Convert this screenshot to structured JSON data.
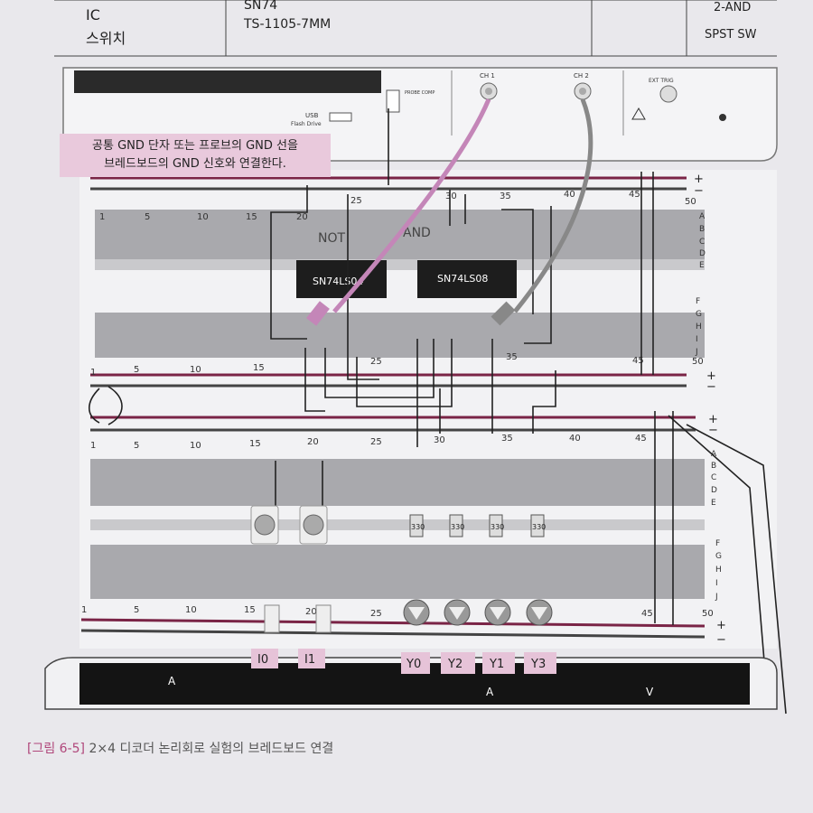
{
  "table": {
    "rows": [
      {
        "label": "IC",
        "part": "TS-1105-7MM",
        "extra": "2-AND"
      },
      {
        "label": "스위치",
        "part": "",
        "extra": "SPST SW"
      }
    ],
    "top_partial": "SN74"
  },
  "oscilloscope": {
    "usb_label": "USB",
    "usb_sub": "Flash Drive",
    "ch1": "CH 1",
    "ch2": "CH 2",
    "ext_trig": "EXT TRIG",
    "probe_comp": "PROBE COMP"
  },
  "callout": {
    "line1": "공통 GND 단자 또는 프로브의 GND 선을",
    "line2": "브레드보드의 GND 신호와 연결한다."
  },
  "breadboard": {
    "column_numbers_top": [
      "1",
      "5",
      "10",
      "15",
      "20",
      "25",
      "30",
      "35",
      "40",
      "45",
      "50"
    ],
    "rows_upper": [
      "A",
      "B",
      "C",
      "D",
      "E"
    ],
    "rows_lower": [
      "F",
      "G",
      "H",
      "I",
      "J"
    ],
    "plus": "+",
    "minus": "−",
    "ic_left": "SN74LS04",
    "ic_right": "SN74LS08",
    "handwritten_not": "NOT",
    "handwritten_and": "AND",
    "resistor_value": "330"
  },
  "labels": {
    "inputs": [
      "I0",
      "I1"
    ],
    "outputs": [
      "Y0",
      "Y2",
      "Y1",
      "Y3"
    ]
  },
  "power_strip": {
    "a_left": "A",
    "a_right": "A",
    "v": "V"
  },
  "figure_caption": {
    "number": "[그림 6-5]",
    "text": "2×4 디코더 논리회로 실험의 브레드보드 연결"
  }
}
